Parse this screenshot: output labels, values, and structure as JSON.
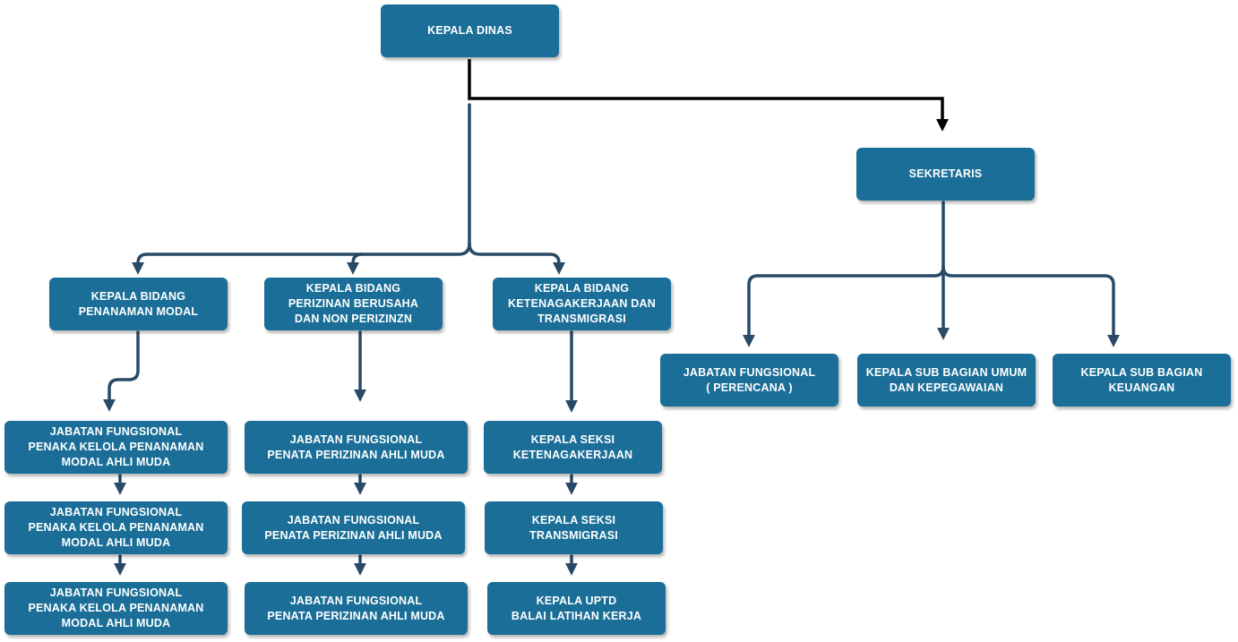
{
  "nodes": {
    "kepala_dinas": "KEPALA DINAS",
    "sekretaris": "SEKRETARIS",
    "bidang_penanaman_modal": "KEPALA BIDANG\nPENANAMAN MODAL",
    "bidang_perizinan": "KEPALA BIDANG\nPERIZINAN BERUSAHA\nDAN NON PERIZINZN",
    "bidang_ketenagakerjaan": "KEPALA BIDANG\nKETENAGAKERJAAN DAN\nTRANSMIGRASI",
    "jabatan_fungsional_perencana": "JABATAN FUNGSIONAL\n( PERENCANA )",
    "kasubag_umum": "KEPALA SUB BAGIAN UMUM\nDAN KEPEGAWAIAN",
    "kasubag_keuangan": "KEPALA SUB BAGIAN\nKEUANGAN",
    "penanaman_modal_children": [
      "JABATAN FUNGSIONAL\nPENAKA KELOLA PENANAMAN\nMODAL AHLI MUDA",
      "JABATAN FUNGSIONAL\nPENAKA KELOLA PENANAMAN\nMODAL AHLI MUDA",
      "JABATAN FUNGSIONAL\nPENAKA KELOLA PENANAMAN\nMODAL AHLI MUDA"
    ],
    "perizinan_children": [
      "JABATAN FUNGSIONAL\nPENATA PERIZINAN AHLI MUDA",
      "JABATAN FUNGSIONAL\nPENATA PERIZINAN AHLI MUDA",
      "JABATAN FUNGSIONAL\nPENATA PERIZINAN AHLI MUDA"
    ],
    "ketenagakerjaan_children": [
      "KEPALA SEKSI\nKETENAGAKERJAAN",
      "KEPALA SEKSI\nTRANSMIGRASI",
      "KEPALA UPTD\nBALAI LATIHAN KERJA"
    ]
  },
  "colors": {
    "box_fill": "#1a6e97",
    "box_text": "#ffffff",
    "connector": "#294a66",
    "connector_to_secretary": "#000000"
  }
}
